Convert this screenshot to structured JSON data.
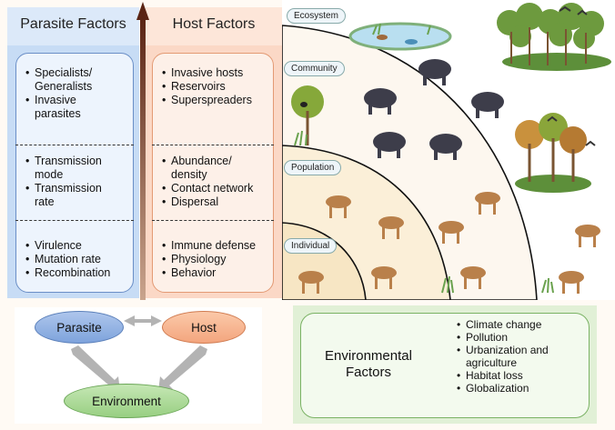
{
  "parasite": {
    "title": "Parasite Factors",
    "groups": [
      [
        "Specialists/",
        "Generalists",
        "Invasive",
        "parasites"
      ],
      [
        "Transmission",
        "mode",
        "Transmission",
        "rate"
      ],
      [
        "Virulence",
        "Mutation rate",
        "Recombination"
      ]
    ]
  },
  "host": {
    "title": "Host Factors",
    "groups": [
      [
        "Invasive hosts",
        "Reservoirs",
        "Superspreaders"
      ],
      [
        "Abundance/",
        "density",
        "Contact network",
        "Dispersal"
      ],
      [
        "Immune defense",
        "Physiology",
        "Behavior"
      ]
    ]
  },
  "scales": {
    "ecosystem": "Ecosystem",
    "community": "Community",
    "population": "Population",
    "individual": "Individual"
  },
  "triad": {
    "parasite": "Parasite",
    "host": "Host",
    "environment": "Environment"
  },
  "environmental": {
    "title_line1": "Environmental",
    "title_line2": "Factors",
    "items": [
      "Climate change",
      "Pollution",
      "Urbanization and",
      "agriculture",
      "Habitat loss",
      "Globalization"
    ]
  },
  "colors": {
    "parasite_blue": "#c7dcf5",
    "host_orange": "#fbd8c6",
    "environment_green": "#e1f0d6",
    "arrow_brown": "#6b2f1d"
  }
}
